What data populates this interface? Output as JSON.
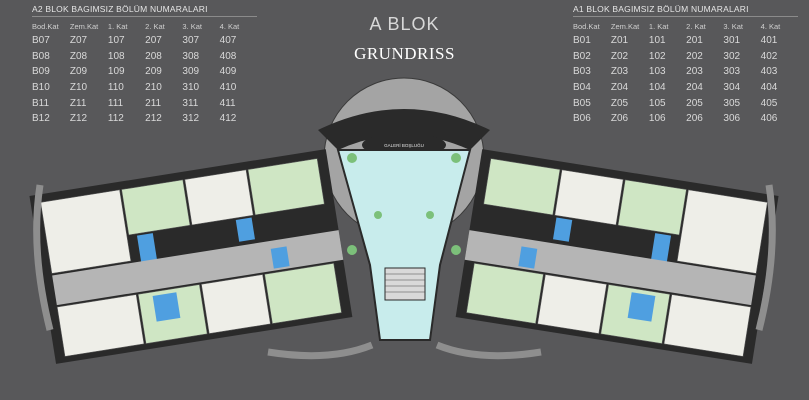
{
  "block_title": "A BLOK",
  "plan_title": "GRUNDRISS",
  "left_table": {
    "title": "A2 BLOK BAGIMSIZ BÖLÜM NUMARALARI",
    "headers": [
      "Bod.Kat",
      "Zem.Kat",
      "1. Kat",
      "2. Kat",
      "3. Kat",
      "4. Kat"
    ],
    "rows": [
      [
        "B07",
        "Z07",
        "107",
        "207",
        "307",
        "407"
      ],
      [
        "B08",
        "Z08",
        "108",
        "208",
        "308",
        "408"
      ],
      [
        "B09",
        "Z09",
        "109",
        "209",
        "309",
        "409"
      ],
      [
        "B10",
        "Z10",
        "110",
        "210",
        "310",
        "410"
      ],
      [
        "B11",
        "Z11",
        "111",
        "211",
        "311",
        "411"
      ],
      [
        "B12",
        "Z12",
        "112",
        "212",
        "312",
        "412"
      ]
    ]
  },
  "right_table": {
    "title": "A1 BLOK BAGIMSIZ BÖLÜM NUMARALARI",
    "headers": [
      "Bod.Kat",
      "Zem.Kat",
      "1. Kat",
      "2. Kat",
      "3. Kat",
      "4. Kat"
    ],
    "rows": [
      [
        "B01",
        "Z01",
        "101",
        "201",
        "301",
        "401"
      ],
      [
        "B02",
        "Z02",
        "102",
        "202",
        "302",
        "402"
      ],
      [
        "B03",
        "Z03",
        "103",
        "203",
        "303",
        "403"
      ],
      [
        "B04",
        "Z04",
        "104",
        "204",
        "304",
        "404"
      ],
      [
        "B05",
        "Z05",
        "105",
        "205",
        "305",
        "405"
      ],
      [
        "B06",
        "Z06",
        "106",
        "206",
        "306",
        "406"
      ]
    ]
  },
  "plan": {
    "gallery_label": "GALERİ BOŞLUĞU",
    "colors": {
      "background": "#58585a",
      "wall": "#2a2a2a",
      "floor_light": "#eeeee8",
      "floor_green": "#cfe6c4",
      "corridor": "#b5b5b5",
      "pool_blue": "#4f9fe0",
      "balcony": "#8e8e8e",
      "gallery": "#c8ecec",
      "dome": "#a4a4a4"
    }
  }
}
